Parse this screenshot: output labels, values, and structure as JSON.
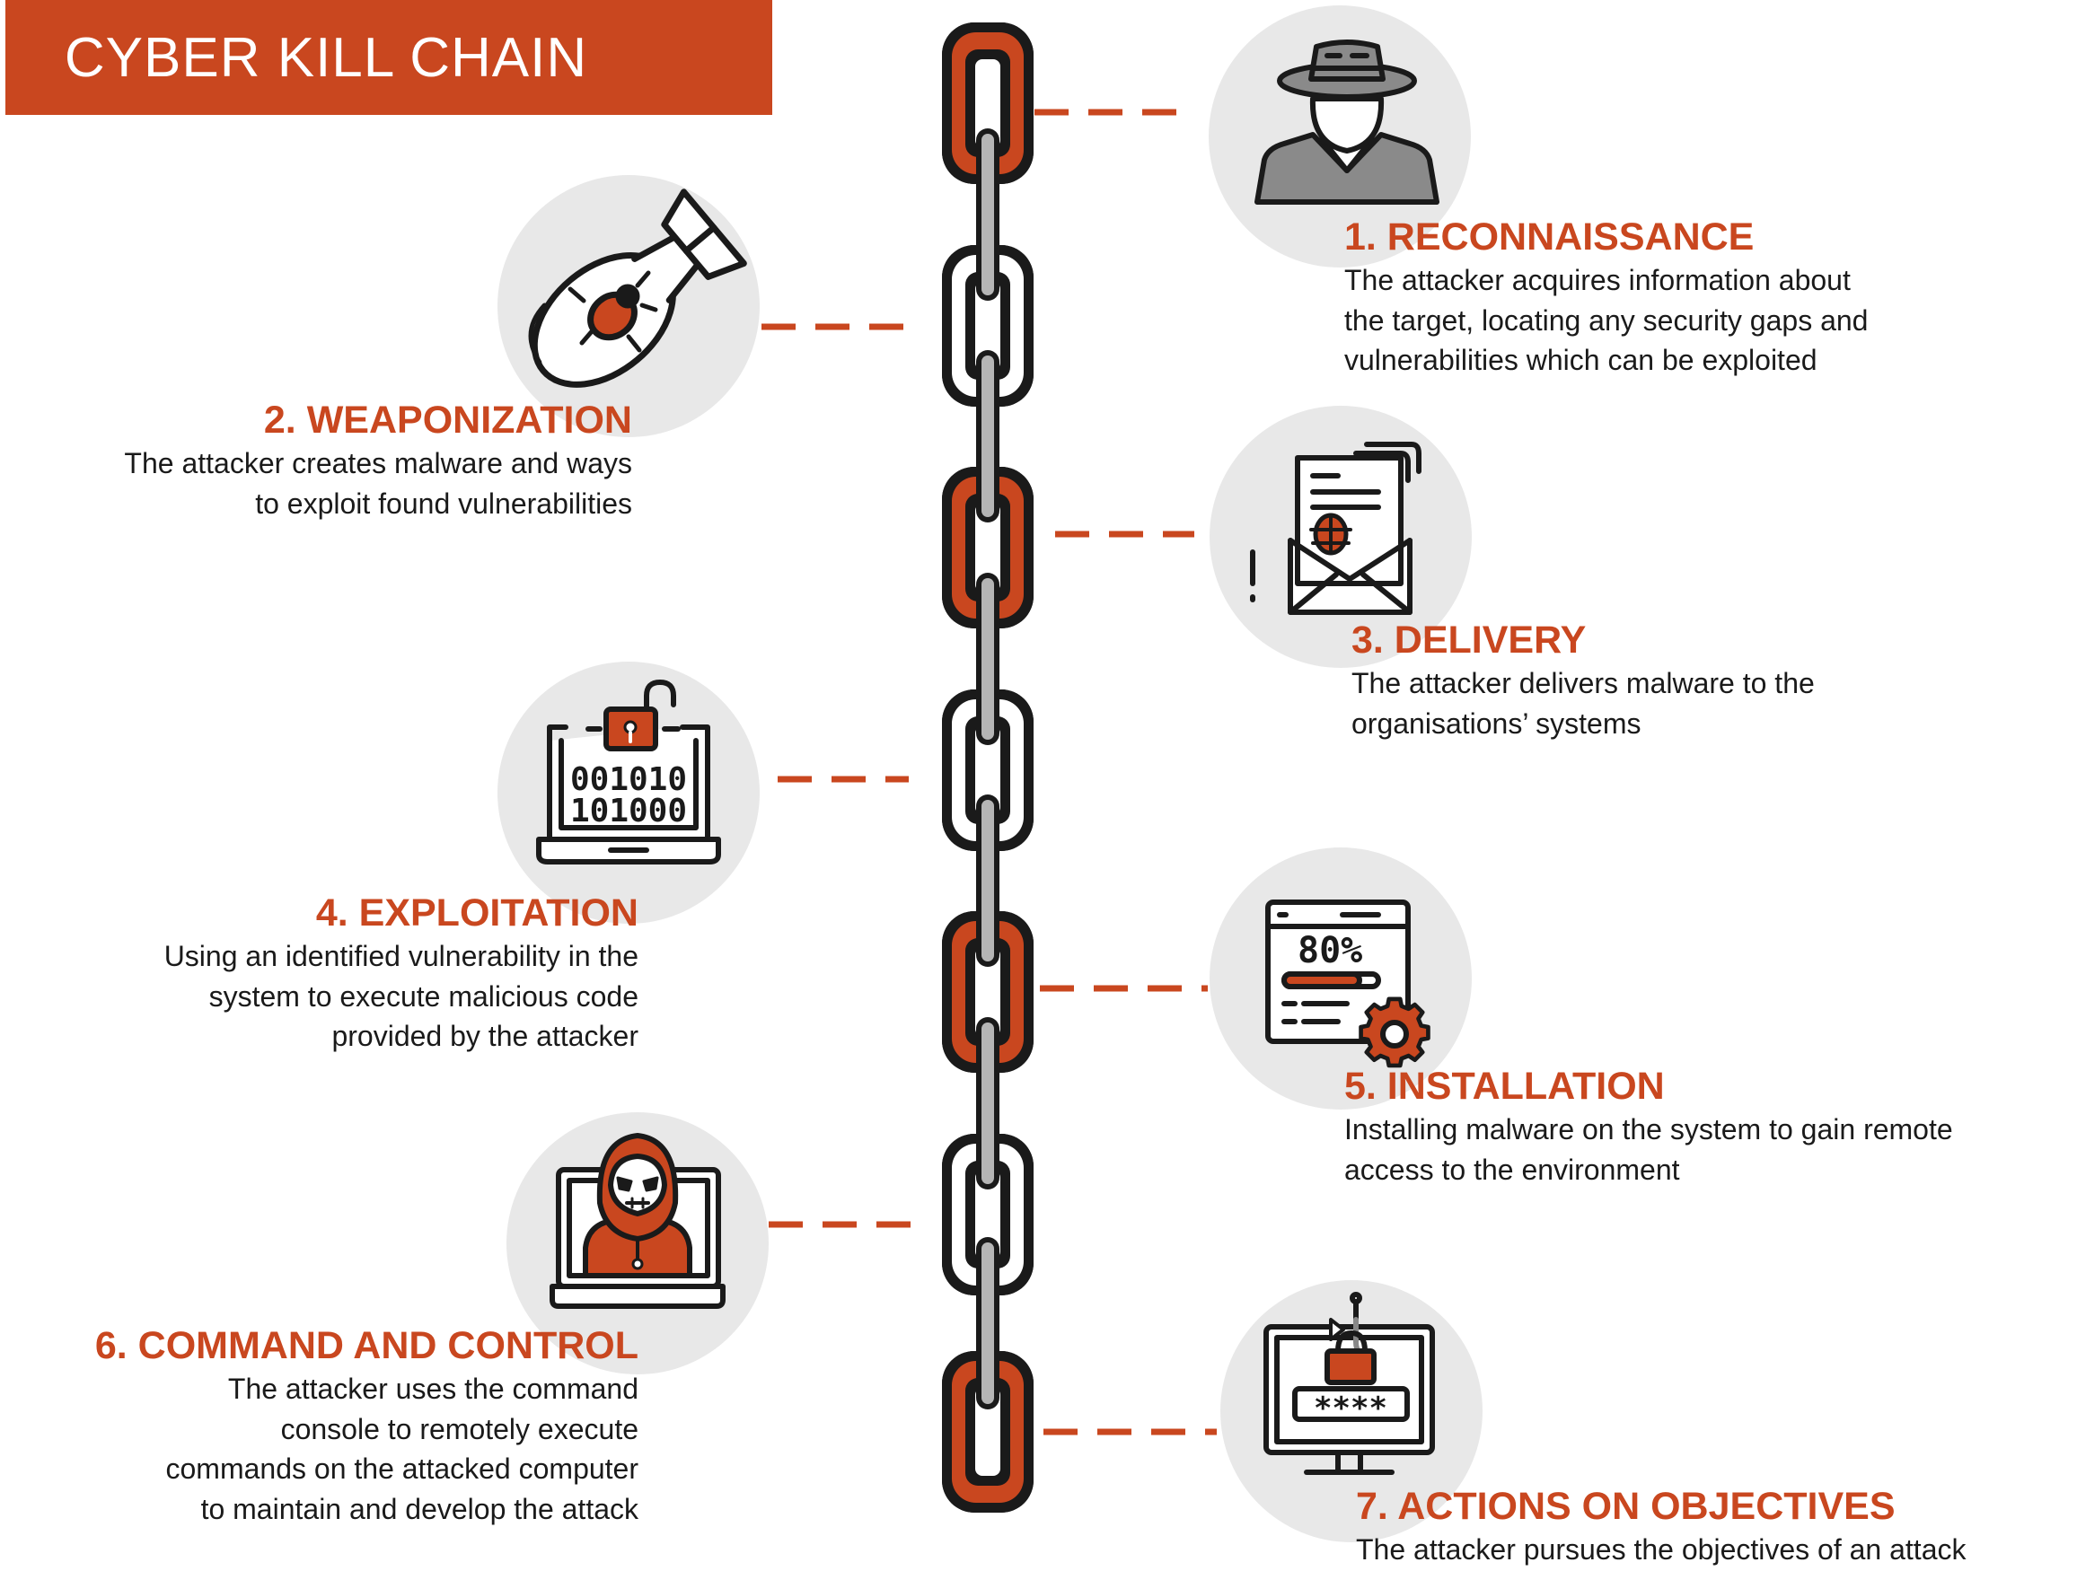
{
  "title": "CYBER KILL CHAIN",
  "colors": {
    "accent": "#c9471f",
    "dark": "#1a1a1a",
    "circle": "#e8e8e8",
    "chain_pin": "#b5b5b5",
    "connector": "#c9471f"
  },
  "steps": [
    {
      "title": "1. RECONNAISSANCE",
      "description": [
        "The attacker acquires information about",
        "the target, locating any security gaps and",
        "vulnerabilities which can be exploited"
      ],
      "icon": "spy-icon"
    },
    {
      "title": "2. WEAPONIZATION",
      "description": [
        "The attacker creates malware and ways",
        "to exploit found vulnerabilities"
      ],
      "icon": "bug-bomb-icon"
    },
    {
      "title": "3. DELIVERY",
      "description": [
        "The attacker delivers malware to the",
        "organisations’ systems"
      ],
      "icon": "infected-email-icon"
    },
    {
      "title": "4. EXPLOITATION",
      "description": [
        "Using an identified vulnerability in the",
        "system to execute malicious code",
        "provided by the attacker"
      ],
      "icon": "binary-laptop-lock-icon",
      "icon_text": [
        "001010",
        "101000"
      ]
    },
    {
      "title": "5. INSTALLATION",
      "description": [
        "Installing malware on the system to gain remote",
        "access to the environment"
      ],
      "icon": "install-progress-gear-icon",
      "icon_text": [
        "80%"
      ]
    },
    {
      "title": "6. COMMAND AND CONTROL",
      "description": [
        "The attacker uses the command",
        "console to remotely execute",
        "commands on the attacked computer",
        "to maintain and develop the attack"
      ],
      "icon": "hooded-hacker-monitor-icon"
    },
    {
      "title": "7. ACTIONS ON OBJECTIVES",
      "description": [
        "The attacker pursues the objectives of an attack"
      ],
      "icon": "phishing-password-icon",
      "icon_text": [
        "****"
      ]
    }
  ]
}
